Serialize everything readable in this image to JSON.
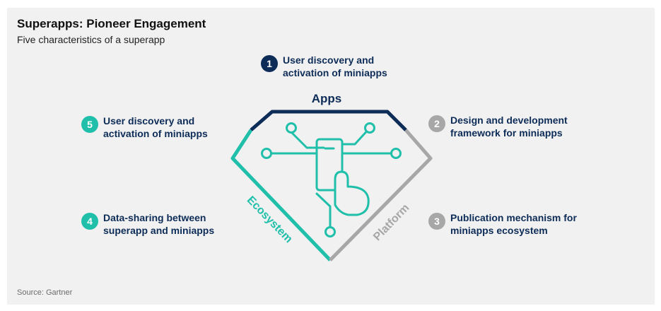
{
  "header": {
    "title": "Superapps: Pioneer Engagement",
    "subtitle": "Five characteristics of a superapp"
  },
  "footer": {
    "source": "Source: Gartner"
  },
  "diagram": {
    "labels": {
      "apps": "Apps",
      "ecosystem": "Ecosystem",
      "platform": "Platform"
    },
    "items": [
      {
        "num": "1",
        "text": "User discovery and activation of miniapps",
        "color": "#0d2c57"
      },
      {
        "num": "2",
        "text": "Design and development framework for miniapps",
        "color": "#a7a7a7"
      },
      {
        "num": "3",
        "text": "Publication mechanism for miniapps ecosystem",
        "color": "#a7a7a7"
      },
      {
        "num": "4",
        "text": "Data-sharing between superapp and miniapps",
        "color": "#1fbfaa"
      },
      {
        "num": "5",
        "text": "User discovery and activation of miniapps",
        "color": "#1fbfaa"
      }
    ],
    "colors": {
      "navy": "#0d2c57",
      "teal": "#1fbfaa",
      "gray": "#a7a7a7"
    },
    "center_icon": "miniapp-network-hand-icon"
  }
}
